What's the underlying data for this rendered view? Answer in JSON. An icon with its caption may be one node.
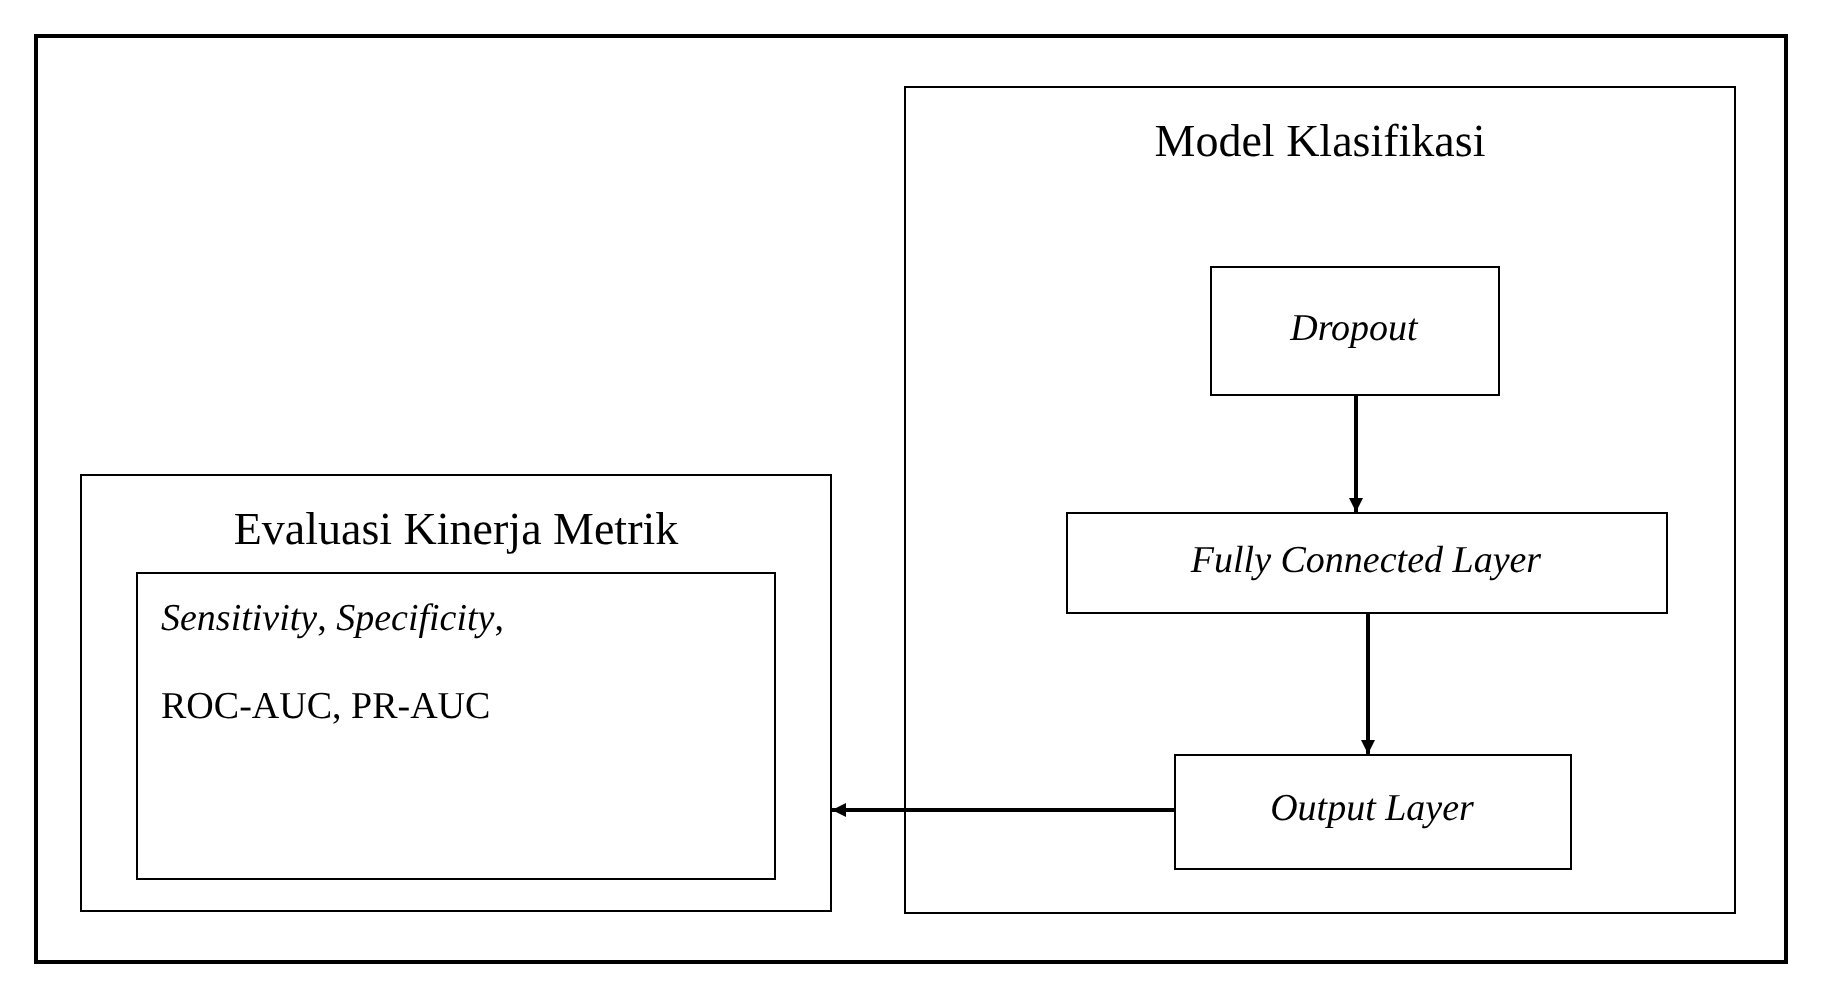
{
  "diagram": {
    "nodes": [
      {
        "text": [
          "Evaluasi Kinerja Metrik"
        ]
      },
      {
        "text": [
          "*Sensitivity*, *Specificity*,",
          "ROC-AUC, PR-AUC"
        ],
        "in": 0
      },
      {
        "text": [
          "Model Klasifikasi"
        ]
      },
      {
        "text": [
          "Dropout"
        ],
        "in": 2
      },
      {
        "text": [
          "Fully Connected Layer"
        ],
        "in": 2
      },
      {
        "text": [
          "Output Layer"
        ],
        "in": 2
      }
    ],
    "edges": [
      {
        "from": 3,
        "to": 4,
        "arrow": "to"
      },
      {
        "from": 4,
        "to": 5,
        "arrow": "to"
      },
      {
        "from": 5,
        "to": 0,
        "arrow": "to"
      }
    ]
  }
}
